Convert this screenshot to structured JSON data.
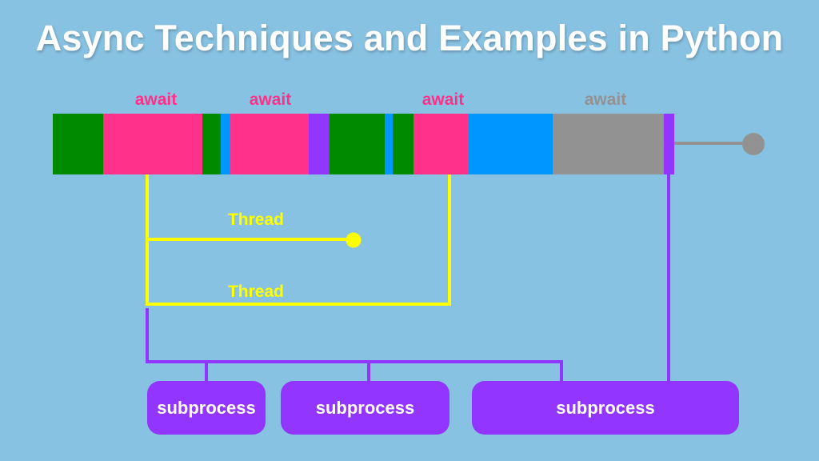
{
  "title": "Async Techniques and Examples in Python",
  "colors": {
    "background": "#88c2e2",
    "cpu_work": "#008a00",
    "await": "#ff318b",
    "io_blue": "#0096ff",
    "await_gray": "#929292",
    "subprocess_purple": "#9135ff",
    "thread_yellow": "#ffff00"
  },
  "awaits": [
    {
      "label": "await",
      "color": "#ff318b"
    },
    {
      "label": "await",
      "color": "#ff318b"
    },
    {
      "label": "await",
      "color": "#ff318b"
    },
    {
      "label": "await",
      "color": "#929292"
    }
  ],
  "threads": [
    {
      "label": "Thread"
    },
    {
      "label": "Thread"
    }
  ],
  "subprocesses": [
    {
      "label": "subprocess"
    },
    {
      "label": "subprocess"
    },
    {
      "label": "subprocess"
    }
  ]
}
